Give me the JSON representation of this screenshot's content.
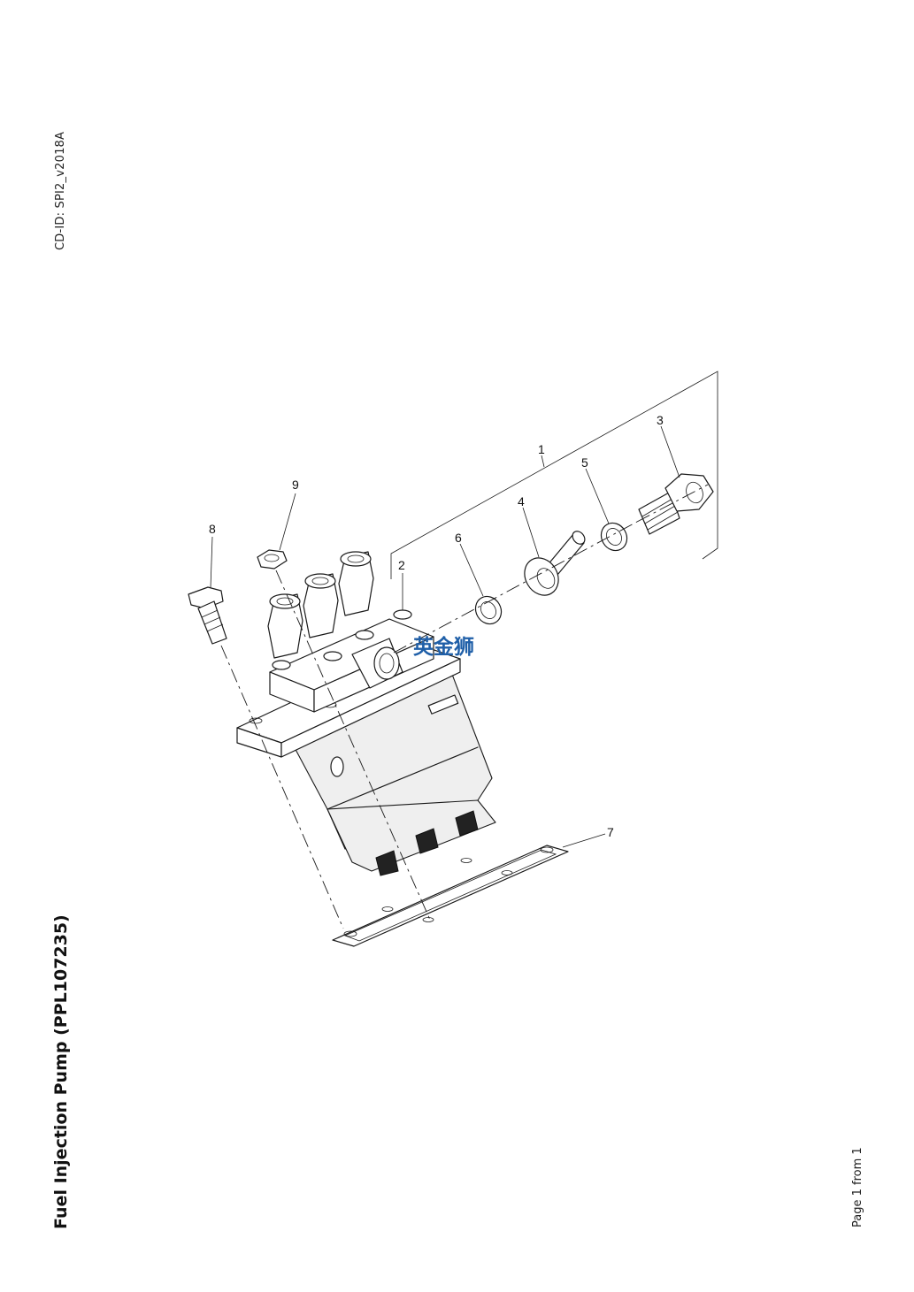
{
  "header": {
    "cd_id": "CD-ID: SPI2_v2018A"
  },
  "document": {
    "title": "Fuel Injection Pump (PPL107235)"
  },
  "footer": {
    "page": "Page 1 from 1"
  },
  "watermark": {
    "text": "英金狮",
    "color": "#1f5fa8"
  },
  "callouts": [
    "1",
    "2",
    "3",
    "4",
    "5",
    "6",
    "7",
    "8",
    "9"
  ]
}
